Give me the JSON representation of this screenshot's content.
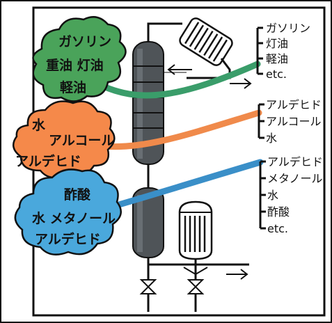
{
  "clouds": {
    "green": {
      "lines": [
        "ガソリン",
        "重油 灯油",
        "軽油"
      ],
      "fill": "#4aa35a",
      "stream": "#3a9d6a"
    },
    "orange": {
      "lines": [
        "水",
        "アルコール",
        "アルデヒド"
      ],
      "fill": "#f5894a",
      "stream": "#f08a4b"
    },
    "blue": {
      "lines": [
        "酢酸",
        "水 メタノール",
        "アルデヒド"
      ],
      "fill": "#4aa8dc",
      "stream": "#3a8fc8"
    }
  },
  "outputs": {
    "top": [
      "ガソリン",
      "灯油",
      "軽油",
      "etc."
    ],
    "middle": [
      "アルデヒド",
      "アルコール",
      "水"
    ],
    "bottom": [
      "アルデヒド",
      "メタノール",
      "水",
      "酢酸",
      "etc."
    ]
  },
  "colors": {
    "frame": "#111111",
    "column_fill": "#4f5458",
    "column_shade": "#7a8086"
  }
}
